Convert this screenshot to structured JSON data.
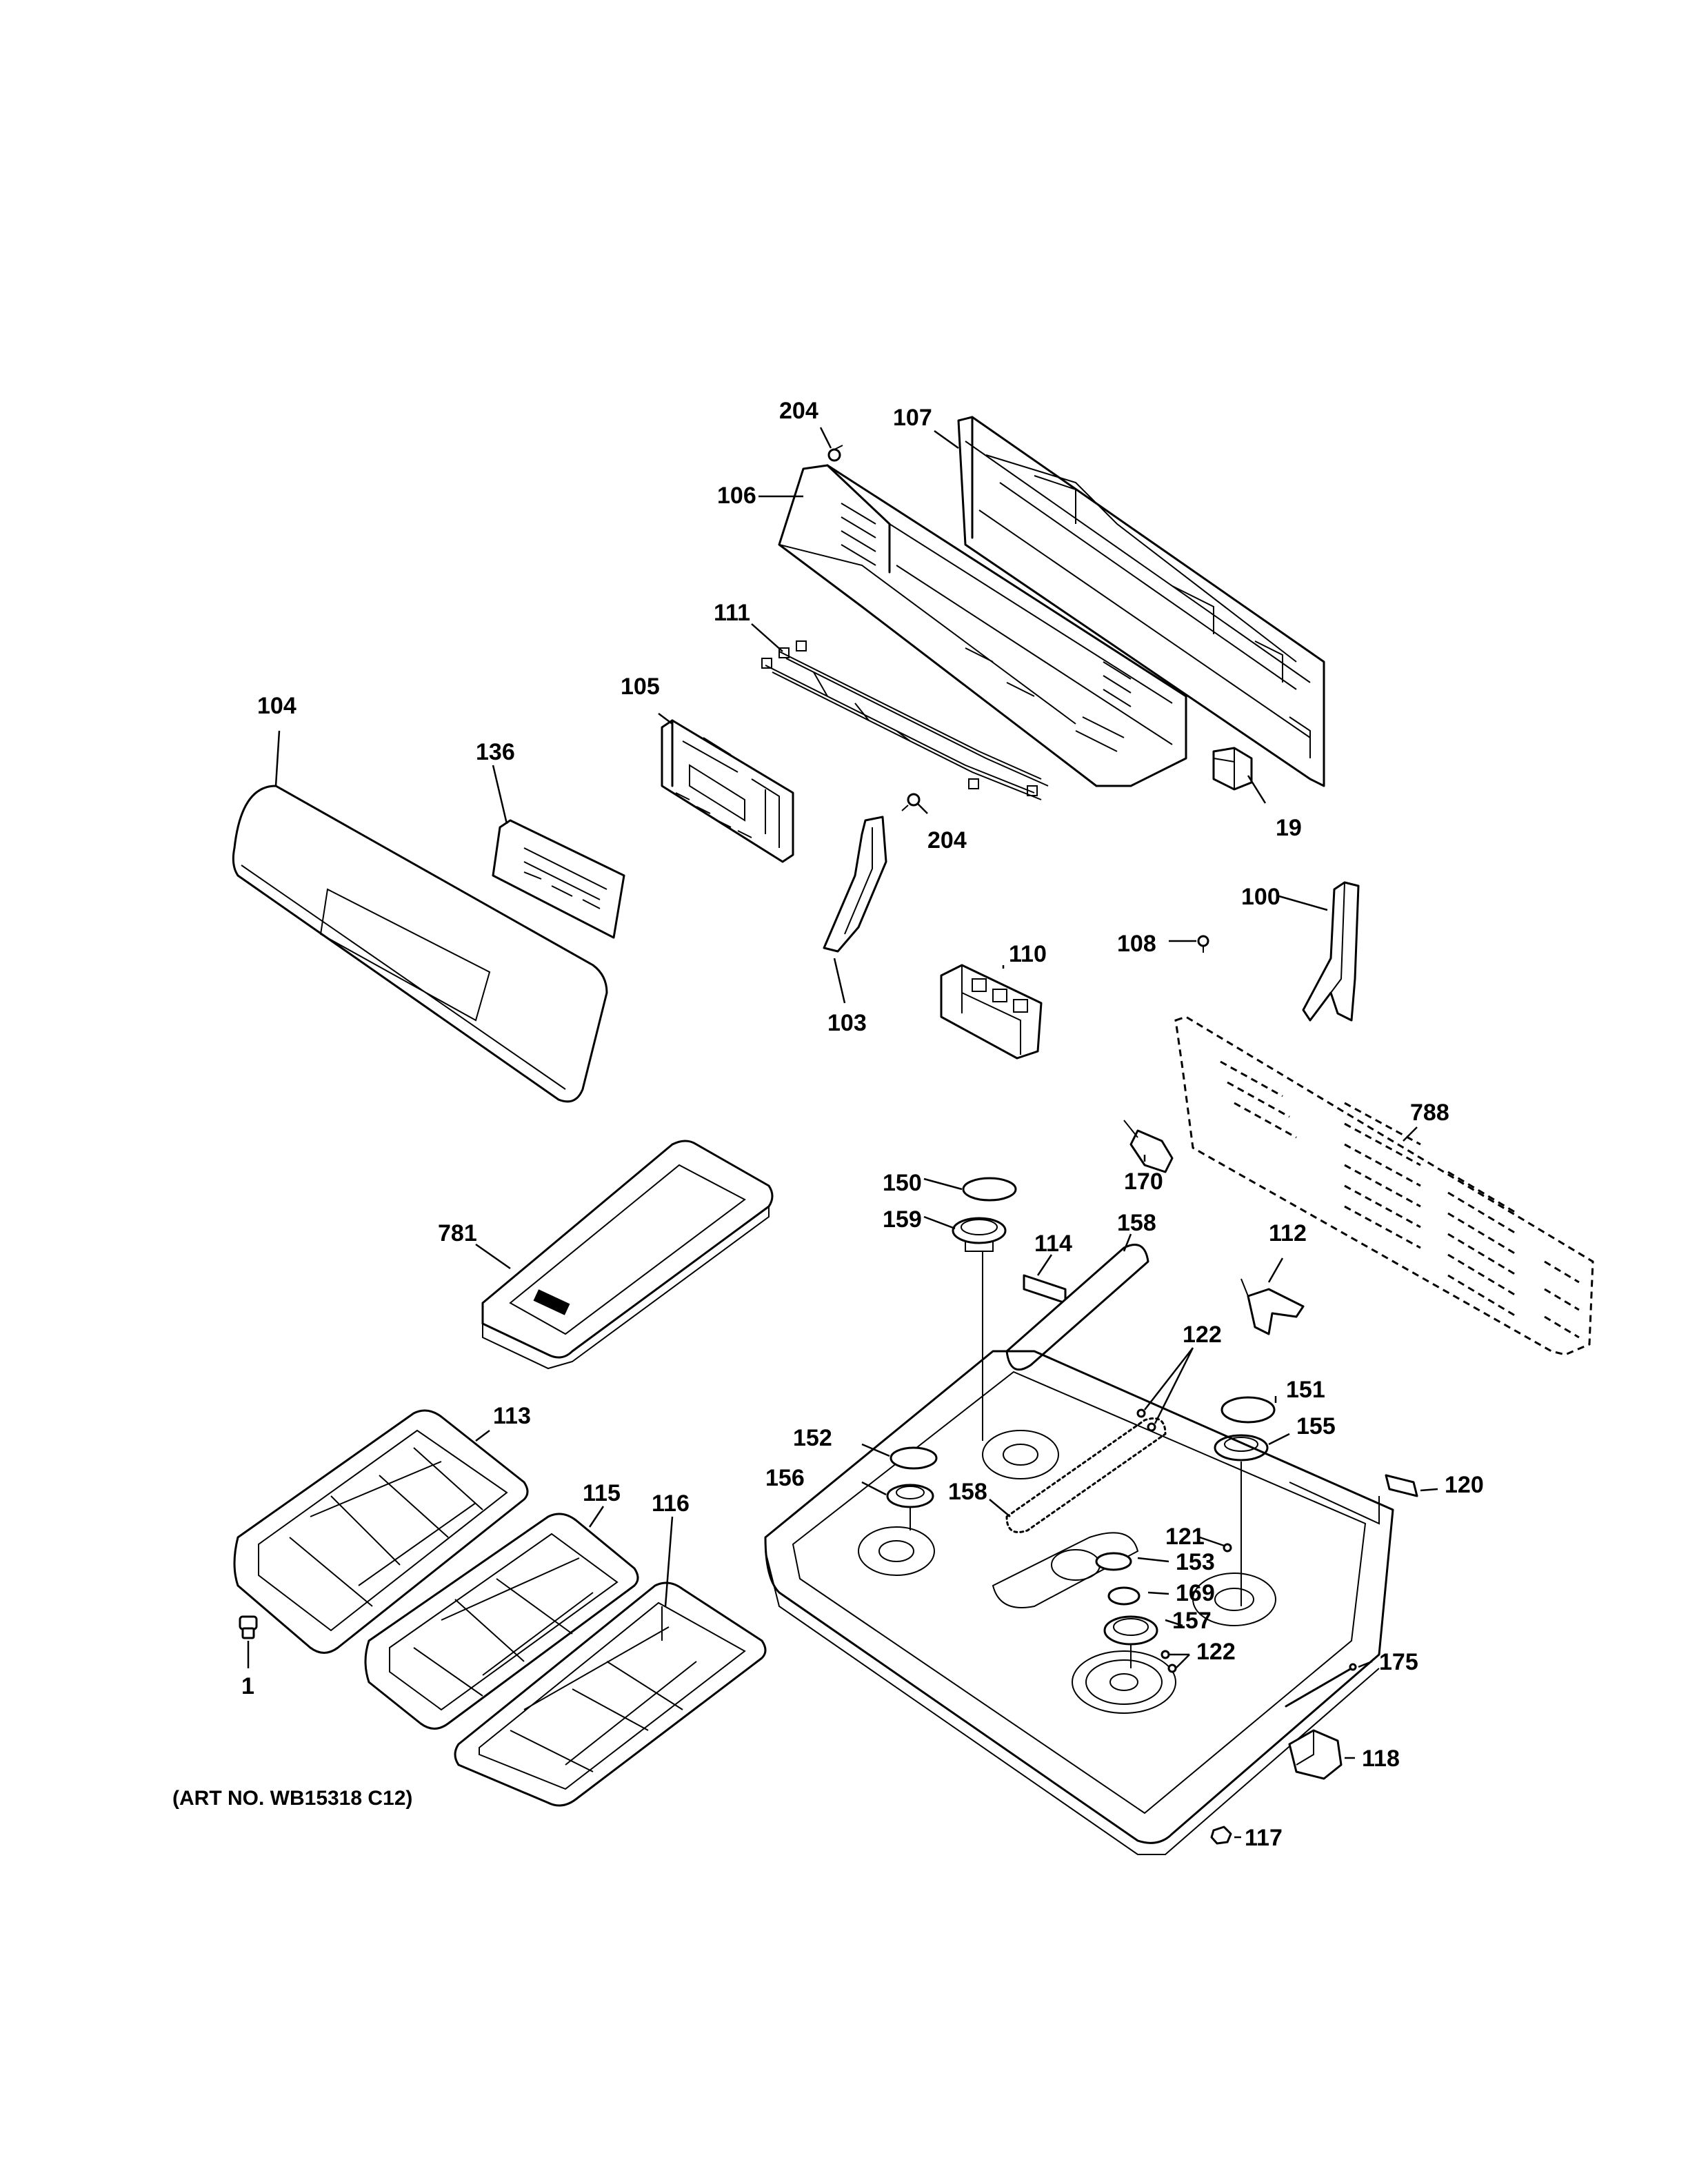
{
  "callouts": {
    "c204a": "204",
    "c107": "107",
    "c106": "106",
    "c111": "111",
    "c105": "105",
    "c204b": "204",
    "c19": "19",
    "c104": "104",
    "c136": "136",
    "c103": "103",
    "c110": "110",
    "c108": "108",
    "c100": "100",
    "c788": "788",
    "c170": "170",
    "c781": "781",
    "c150": "150",
    "c159": "159",
    "c114": "114",
    "c158a": "158",
    "c112": "112",
    "c122a": "122",
    "c151": "151",
    "c155": "155",
    "c113": "113",
    "c115": "115",
    "c116": "116",
    "c152": "152",
    "c156": "156",
    "c158b": "158",
    "c120": "120",
    "c121": "121",
    "c153": "153",
    "c169": "169",
    "c157": "157",
    "c122b": "122",
    "c175": "175",
    "c1": "1",
    "c118": "118",
    "c117": "117"
  },
  "art_number": "(ART NO. WB15318 C12)"
}
